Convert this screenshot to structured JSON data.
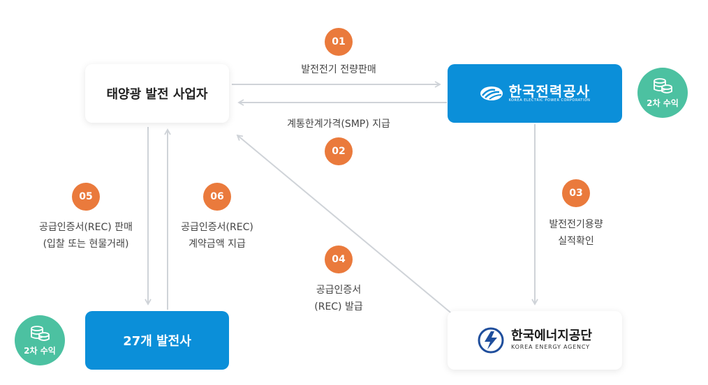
{
  "nodes": {
    "solar_operator": "태양광 발전 사업자",
    "kepco_name": "한국전력공사",
    "kepco_sub": "KOREA ELECTRIC POWER CORPORATION",
    "gencos": "27개 발전사",
    "kea_name": "한국에너지공단",
    "kea_sub": "KOREA ENERGY AGENCY"
  },
  "steps": [
    {
      "num": "01",
      "label": "발전전기 전량판매"
    },
    {
      "num": "02",
      "label": "계통한계가격(SMP) 지급"
    },
    {
      "num": "03",
      "label_line1": "발전전기용량",
      "label_line2": "실적확인"
    },
    {
      "num": "04",
      "label_line1": "공급인증서",
      "label_line2": "(REC) 발급"
    },
    {
      "num": "05",
      "label_line1": "공급인증서(REC) 판매",
      "label_line2": "(입찰 또는 현물거래)"
    },
    {
      "num": "06",
      "label_line1": "공급인증서(REC)",
      "label_line2": "계약금액 지급"
    }
  ],
  "revenue_badges": [
    {
      "icon": "coin-stack-icon",
      "text": "2차 수익"
    },
    {
      "icon": "coin-stack-icon",
      "text": "2차 수익"
    }
  ],
  "colors": {
    "step_badge": "#ea7a3c",
    "revenue_badge": "#4cc1a1",
    "blue_box": "#0b8fd9",
    "arrow": "#cfd3d8"
  }
}
